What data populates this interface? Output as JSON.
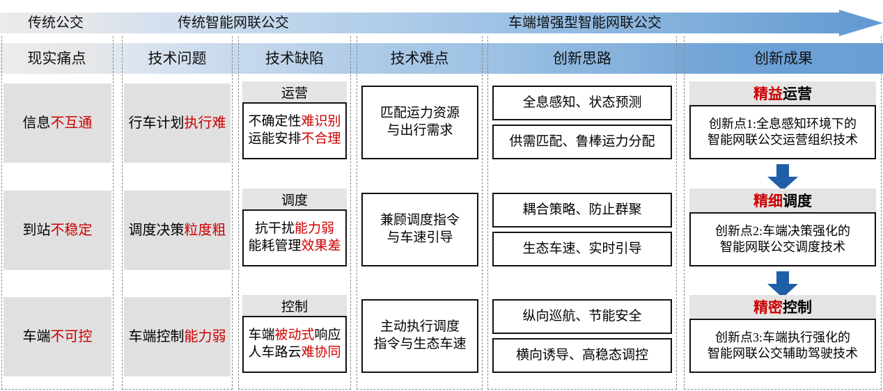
{
  "banner": {
    "name": "evolution-arrow-banner",
    "segments": [
      {
        "label": "传统公交"
      },
      {
        "label": "传统智能网联公交"
      },
      {
        "label": "车端增强型智能网联公交"
      }
    ]
  },
  "columns": [
    {
      "key": "pain",
      "header": "现实痛点"
    },
    {
      "key": "tech_issue",
      "header": "技术问题"
    },
    {
      "key": "tech_gap",
      "header": "技术缺陷"
    },
    {
      "key": "tech_hard",
      "header": "技术难点"
    },
    {
      "key": "idea",
      "header": "创新思路"
    },
    {
      "key": "result",
      "header": "创新成果"
    }
  ],
  "rows": [
    {
      "pain": {
        "plain": "信息",
        "red": "不互通"
      },
      "tech_issue": {
        "plain": "行车计划",
        "red": "执行难"
      },
      "tech_gap": {
        "caption": "运营",
        "lines": [
          {
            "plain": "不确定性",
            "red": "难识别"
          },
          {
            "plain": "运能安排",
            "red": "不合理"
          }
        ]
      },
      "tech_hard": {
        "lines": [
          "匹配运力资源",
          "与出行需求"
        ]
      },
      "idea": [
        "全息感知、状态预测",
        "供需匹配、鲁棒运力分配"
      ],
      "result": {
        "title_red": "精益",
        "title_plain": "运营",
        "lines": [
          "创新点1:全息感知环境下的",
          "智能网联公交运营组织技术"
        ]
      }
    },
    {
      "pain": {
        "plain": "到站",
        "red": "不稳定"
      },
      "tech_issue": {
        "plain": "调度决策",
        "red": "粒度粗"
      },
      "tech_gap": {
        "caption": "调度",
        "lines": [
          {
            "plain": "抗干扰",
            "red": "能力弱"
          },
          {
            "plain": "能耗管理",
            "red": "效果差"
          }
        ]
      },
      "tech_hard": {
        "lines": [
          "兼顾调度指令",
          "与车速引导"
        ]
      },
      "idea": [
        "耦合策略、防止群聚",
        "生态车速、实时引导"
      ],
      "result": {
        "title_red": "精细",
        "title_plain": "调度",
        "lines": [
          "创新点2:车端决策强化的",
          "智能网联公交调度技术"
        ]
      }
    },
    {
      "pain": {
        "plain": "车端",
        "red": "不可控"
      },
      "tech_issue": {
        "plain": "车端控制",
        "red": "能力弱"
      },
      "tech_gap": {
        "caption": "控制",
        "lines": [
          {
            "plain2": "车端",
            "red": "被动式",
            "plain3": "响应"
          },
          {
            "plain": "人车路云",
            "red": "难协同"
          }
        ]
      },
      "tech_hard": {
        "lines": [
          "主动执行调度",
          "指令与生态车速"
        ]
      },
      "idea": [
        "纵向巡航、节能安全",
        "横向诱导、高稳态调控"
      ],
      "result": {
        "title_red": "精密",
        "title_plain": "控制",
        "lines": [
          "创新点3:车端执行强化的",
          "智能网联公交辅助驾驶技术"
        ]
      }
    }
  ],
  "colors": {
    "accent_red": "#cc0000",
    "arrow_blue": "#1f5fa8",
    "band_left": "#ececed",
    "band_right": "#6b9ed4",
    "card_gray": "#e0e0e0",
    "caption_gray": "#e4e4e4",
    "dash_border": "#8a8a8a"
  }
}
